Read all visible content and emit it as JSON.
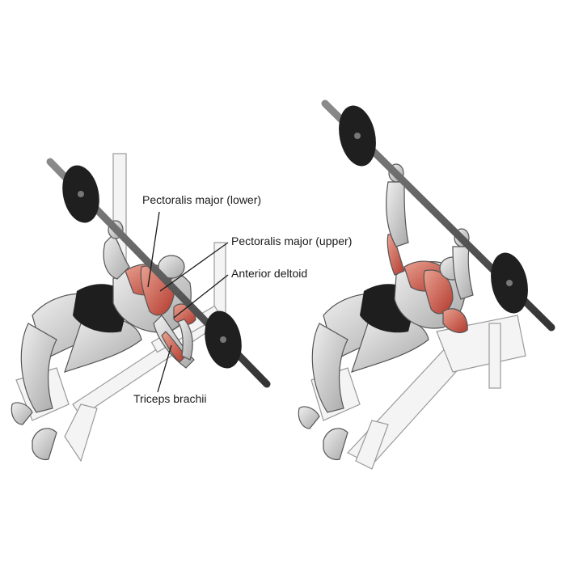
{
  "labels": {
    "pec_lower": "Pectoralis major (lower)",
    "pec_upper": "Pectoralis major (upper)",
    "ant_delt": "Anterior deltoid",
    "triceps": "Triceps brachii"
  },
  "colors": {
    "muscle_highlight": "#c8463a",
    "muscle_light": "#e9a090",
    "skin": "#d9d9d9",
    "skin_shade": "#9b9b9b",
    "outline": "#3a3a3a",
    "bench": "#f2f2f2",
    "bar": "#4a4a4a",
    "plate": "#222222",
    "shorts": "#1e1e1e"
  }
}
